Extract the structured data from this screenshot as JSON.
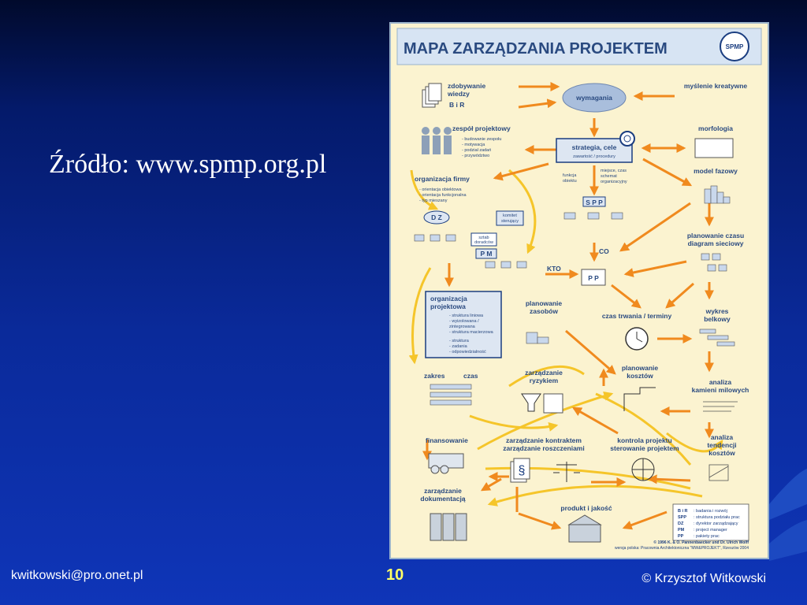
{
  "slide": {
    "source_text": "Źródło: www.spmp.org.pl",
    "footer_email": "kwitkowski@pro.onet.pl",
    "page_number": "10",
    "footer_author": "© Krzysztof Witkowski"
  },
  "poster": {
    "title": "MAPA ZARZĄDZANIA PROJEKTEM",
    "logo": "SPMP",
    "nodes": {
      "zdobywanie_1": "zdobywanie",
      "zdobywanie_2": "wiedzy",
      "br": "B i R",
      "wymagania": "wymagania",
      "myslenie": "myślenie kreatywne",
      "zespol": "zespół projektowy",
      "zespol_items": [
        "- budowanie zespołu",
        "- motywacja",
        "- podział zadań",
        "- przywództwo"
      ],
      "strategia_1": "strategia, cele",
      "strategia_2": "zawartość / procedury",
      "morfologia": "morfologia",
      "organizacja_firmy": "organizacja firmy",
      "org_items": [
        "- orientacja obiektowa",
        "- orientacja funkcjonalna",
        "- typ mieszany"
      ],
      "funkcja_1": "funkcja",
      "funkcja_2": "obiektu",
      "miejsce_1": "miejsce, czas",
      "miejsce_2": "schemat",
      "miejsce_3": "organizacyjny",
      "model_fazowy": "model fazowy",
      "dz": "D Z",
      "komitet_1": "komitet",
      "komitet_2": "sterujący",
      "sztab_1": "sztab",
      "sztab_2": "doradców",
      "pm": "P M",
      "spp": "S P P",
      "co": "CO",
      "kto": "KTO",
      "pp": "P P",
      "planowanie_czasu_1": "planowanie czasu",
      "planowanie_czasu_2": "diagram sieciowy",
      "org_proj_1": "organizacja",
      "org_proj_2": "projektowa",
      "org_proj_items": [
        "- struktura liniowa",
        "- wyizolowana /",
        "  zintegrowana",
        "- struktura macierzowa",
        "- struktura",
        "- zadania",
        "- odpowiedzialność"
      ],
      "planowanie_zasobow_1": "planowanie",
      "planowanie_zasobow_2": "zasobów",
      "czas_trwania": "czas trwania / terminy",
      "wykres_1": "wykres",
      "wykres_2": "belkowy",
      "zakres": "zakres",
      "czas": "czas",
      "ryzyko_1": "zarządzanie",
      "ryzyko_2": "ryzykiem",
      "koszty_1": "planowanie",
      "koszty_2": "kosztów",
      "kamienie_1": "analiza",
      "kamienie_2": "kamieni milowych",
      "finansowanie": "finansowanie",
      "kontrakty_1": "zarządzanie kontraktem",
      "kontrakty_2": "zarządzanie roszczeniami",
      "kontrola_1": "kontrola projektu",
      "kontrola_2": "sterowanie projektem",
      "tendencje_1": "analiza",
      "tendencje_2": "tendencji",
      "tendencje_3": "kosztów",
      "dokumentacja_1": "zarządzanie",
      "dokumentacja_2": "dokumentacją",
      "produkt": "produkt i jakość",
      "legend": [
        [
          "B i R",
          ": badania i rozwój"
        ],
        [
          "SPP",
          ": struktura podziału prac"
        ],
        [
          "DZ",
          ": dyrektor zarządzający"
        ],
        [
          "PM",
          ": project manager"
        ],
        [
          "PP",
          ": pakiety prac"
        ]
      ],
      "credit_1": "© 1996 K. & O. Pannenbaecker und Dr. Ulrich Wolff",
      "credit_2": "wersja polska: Pracownia Architektoniczna \"MW&PROJEKT\", Rzeszów 2004"
    }
  },
  "colors": {
    "arrow": "#f08a1e",
    "path": "#f5c52a",
    "blue": "#1a3d80",
    "box": "#dde6f2"
  }
}
